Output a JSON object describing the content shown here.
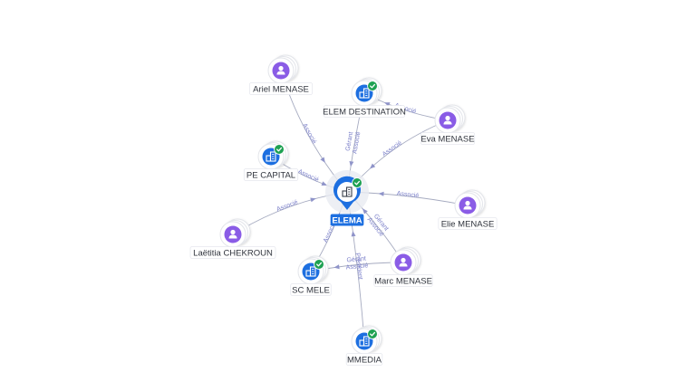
{
  "colors": {
    "person": "#8a5ce6",
    "company": "#1d6fe0",
    "verified": "#1ea152",
    "edge": "#a6abc0",
    "edge_label": "#7a7fc9",
    "center": "#1d6fe0"
  },
  "center": {
    "id": "elema",
    "label": "ELEMA",
    "icon": "building-icon",
    "verified": true
  },
  "nodes": [
    {
      "id": "ariel",
      "label": "Ariel MENASE",
      "type": "person",
      "icon": "person-icon",
      "verified": false
    },
    {
      "id": "elemdest",
      "label": "ELEM DESTINATION",
      "type": "company",
      "icon": "building-icon",
      "verified": true
    },
    {
      "id": "eva",
      "label": "Eva MENASE",
      "type": "person",
      "icon": "person-icon",
      "verified": false
    },
    {
      "id": "pecapital",
      "label": "PE CAPITAL",
      "type": "company",
      "icon": "building-icon",
      "verified": true
    },
    {
      "id": "elie",
      "label": "Elie MENASE",
      "type": "person",
      "icon": "person-icon",
      "verified": false
    },
    {
      "id": "laetitia",
      "label": "Laëtitia CHEKROUN",
      "type": "person",
      "icon": "person-icon",
      "verified": false
    },
    {
      "id": "marc",
      "label": "Marc MENASE",
      "type": "person",
      "icon": "person-icon",
      "verified": false
    },
    {
      "id": "scmele",
      "label": "SC MELE",
      "type": "company",
      "icon": "building-icon",
      "verified": true
    },
    {
      "id": "mmedia",
      "label": "MMEDIA",
      "type": "company",
      "icon": "building-icon",
      "verified": true
    }
  ],
  "edges": [
    {
      "from": "ariel",
      "to": "elema",
      "labels": [
        "Associé"
      ]
    },
    {
      "from": "elemdest",
      "to": "elema",
      "labels": [
        "Gérant",
        "Associé"
      ]
    },
    {
      "from": "eva",
      "to": "elemdest",
      "labels": [
        "Associé"
      ]
    },
    {
      "from": "eva",
      "to": "elema",
      "labels": [
        "Associé"
      ]
    },
    {
      "from": "pecapital",
      "to": "elema",
      "labels": [
        "Associé"
      ]
    },
    {
      "from": "elie",
      "to": "elema",
      "labels": [
        "Associé"
      ]
    },
    {
      "from": "laetitia",
      "to": "elema",
      "labels": [
        "Associé"
      ]
    },
    {
      "from": "marc",
      "to": "elema",
      "labels": [
        "Gérant",
        "Associé"
      ]
    },
    {
      "from": "scmele",
      "to": "elema",
      "labels": [
        "Associé"
      ]
    },
    {
      "from": "marc",
      "to": "scmele",
      "labels": [
        "Gérant",
        "Associé"
      ]
    },
    {
      "from": "mmedia",
      "to": "elema",
      "labels": [
        "Président"
      ]
    }
  ]
}
